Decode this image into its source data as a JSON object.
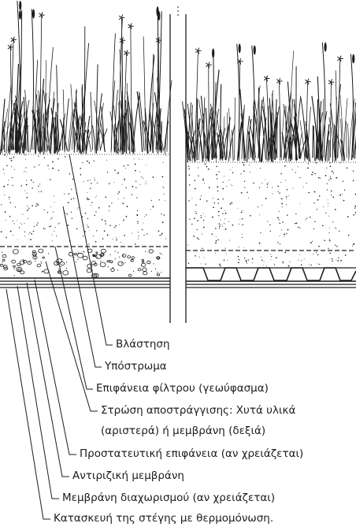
{
  "labels": {
    "vegetation": "Βλάστηση",
    "substrate": "Υπόστρωμα",
    "filter": "Επιφάνεια φίλτρου (γεωύφασμα)",
    "drainage_line1": "Στρώση αποστράγγισης: Χυτά υλικά",
    "drainage_line2": "(αριστερά) ή μεμβράνη (δεξιά)",
    "protection": "Προστατευτική επιφάνεια (αν χρειάζεται)",
    "root_barrier": "Αντιριζική μεμβράνη",
    "separation": "Μεμβράνη διαχωρισμού (αν χρειάζεται)",
    "roof": "Κατασκευή της στέγης με θερμομόνωση."
  },
  "colors": {
    "ink": "#1c1c1c",
    "background": "#ffffff"
  }
}
